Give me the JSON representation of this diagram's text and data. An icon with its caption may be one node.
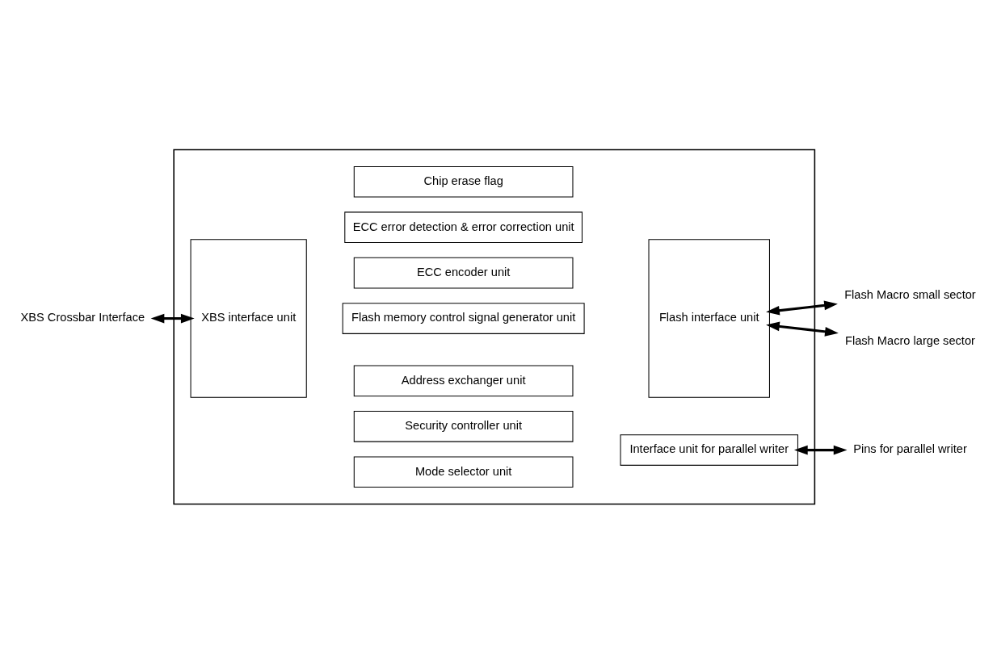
{
  "diagram": {
    "nodes": [
      {
        "text": [],
        "shape": "box"
      },
      {
        "text": [
          "XBS interface unit"
        ],
        "in": 0
      },
      {
        "text": [
          "Mode selector unit"
        ],
        "in": 0
      },
      {
        "text": [
          "Security controller unit"
        ],
        "in": 0
      },
      {
        "text": [
          "Address exchanger unit"
        ],
        "in": 0
      },
      {
        "text": [
          "Flash memory control signal generator unit"
        ],
        "in": 0
      },
      {
        "text": [
          "ECC encoder unit"
        ],
        "in": 0
      },
      {
        "text": [
          "ECC error detection & error correction unit"
        ],
        "in": 0
      },
      {
        "text": [
          "Chip erase flag"
        ],
        "in": 0
      },
      {
        "text": [
          "Flash interface unit"
        ],
        "in": 0
      },
      {
        "text": [
          "Interface unit for parallel writer"
        ],
        "in": 0
      },
      {
        "text": [
          "XBS Crossbar Interface"
        ]
      },
      {
        "text": [
          "Flash Macro small sector"
        ]
      },
      {
        "text": [
          "Flash Macro large sector"
        ]
      },
      {
        "text": [
          "Pins for parallel writer"
        ]
      }
    ],
    "edges": [
      {
        "from": 11,
        "to": 1,
        "arrow": "both"
      },
      {
        "from": 9,
        "to": 12,
        "arrow": "both"
      },
      {
        "from": 9,
        "to": 13,
        "arrow": "both"
      },
      {
        "from": 10,
        "to": 14,
        "arrow": "both"
      }
    ]
  }
}
